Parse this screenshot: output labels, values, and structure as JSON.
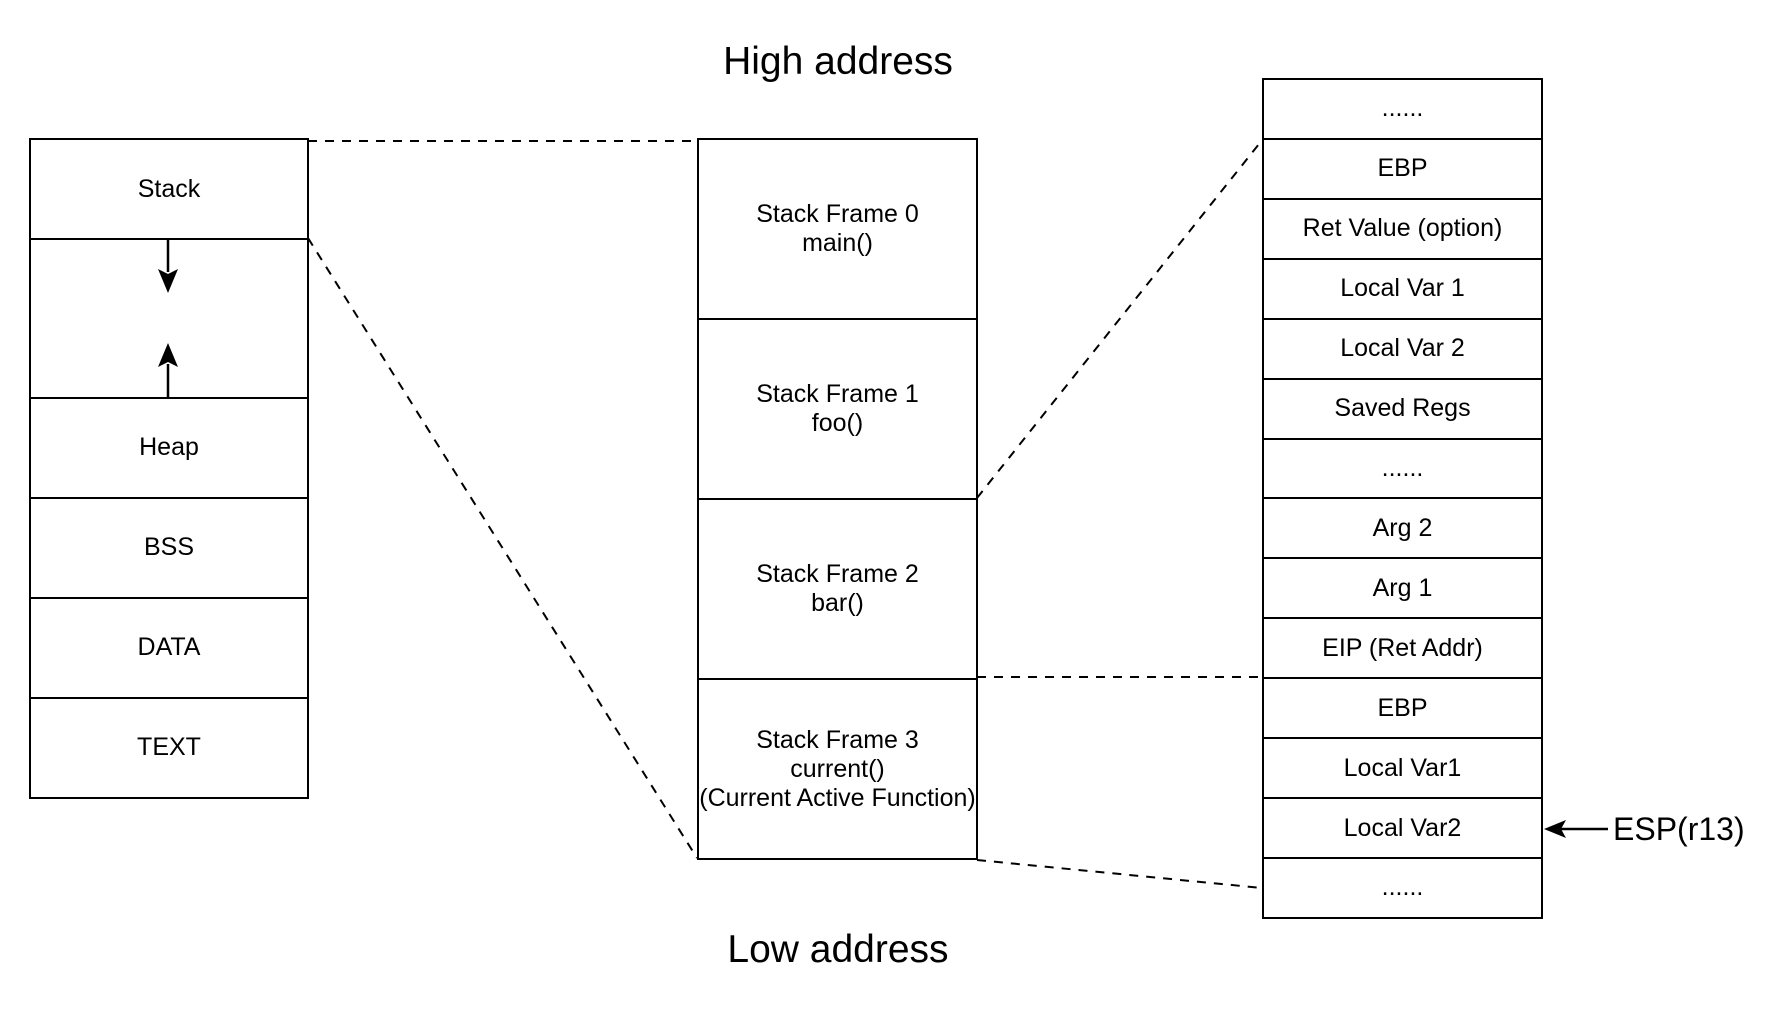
{
  "titles": {
    "high_address": "High address",
    "low_address": "Low address"
  },
  "memory_map": {
    "sections": [
      "Stack",
      "Heap",
      "BSS",
      "DATA",
      "TEXT"
    ]
  },
  "call_stack": {
    "frames": [
      {
        "name": "Stack Frame 0",
        "function": "main()"
      },
      {
        "name": "Stack Frame 1",
        "function": "foo()"
      },
      {
        "name": "Stack Frame 2",
        "function": "bar()"
      },
      {
        "name": "Stack Frame 3",
        "function": "current()",
        "note": "(Current Active Function)"
      }
    ]
  },
  "frame_detail": {
    "cells": [
      "......",
      "EBP",
      "Ret Value (option)",
      "Local Var 1",
      "Local Var 2",
      "Saved Regs",
      "......",
      "Arg 2",
      "Arg 1",
      "EIP (Ret Addr)",
      "EBP",
      "Local Var1",
      "Local Var2",
      "......"
    ]
  },
  "pointer": {
    "esp_label": "ESP(r13)"
  },
  "colors": {
    "line": "#000000",
    "background": "#ffffff"
  }
}
